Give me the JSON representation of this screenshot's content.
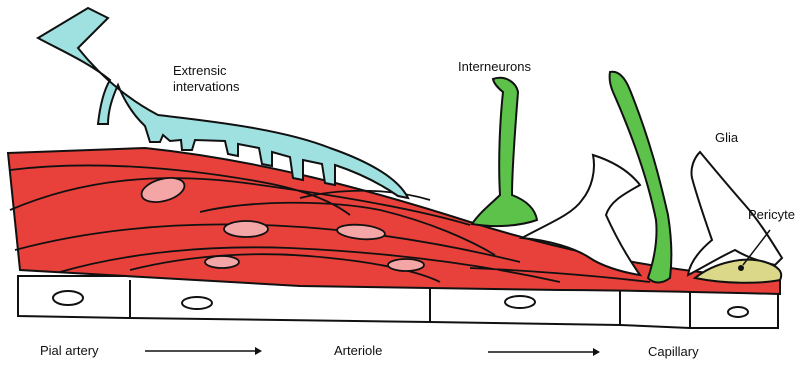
{
  "labels": {
    "extrinsic_line1": "Extrensic",
    "extrinsic_line2": "intervations",
    "interneurons": "Interneurons",
    "glia": "Glia",
    "pericyte": "Pericyte",
    "pial_artery": "Pial artery",
    "arteriole": "Arteriole",
    "capillary": "Capillary"
  },
  "colors": {
    "smooth_muscle": "#e8403a",
    "muscle_nucleus": "#f4a6a6",
    "extrinsic_nerve": "#9fe0e0",
    "interneuron": "#5cc24a",
    "pericyte": "#dcd88a",
    "outline": "#111111",
    "glia": "#ffffff"
  }
}
